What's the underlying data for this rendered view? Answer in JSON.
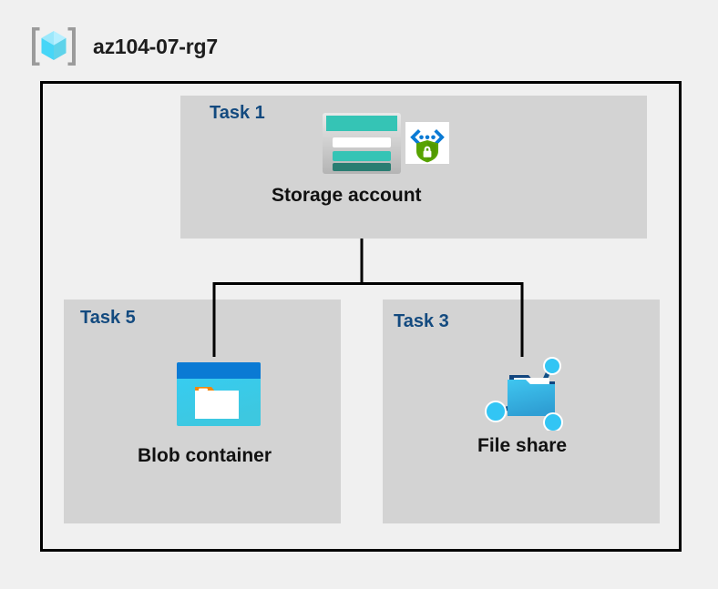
{
  "header": {
    "title": "az104-07-rg7",
    "icon": "resource-group-icon"
  },
  "diagram": {
    "type": "azure-architecture-diagram",
    "container_label": "resource-group-boundary",
    "nodes": [
      {
        "id": "storage-account",
        "task_label": "Task 1",
        "name": "Storage account",
        "icons": [
          "storage-account-icon",
          "secure-endpoint-icon"
        ]
      },
      {
        "id": "blob-container",
        "task_label": "Task 5",
        "name": "Blob container",
        "icons": [
          "blob-container-icon"
        ]
      },
      {
        "id": "file-share",
        "task_label": "Task 3",
        "name": "File share",
        "icons": [
          "file-share-icon"
        ]
      }
    ],
    "edges": [
      {
        "from": "storage-account",
        "to": "blob-container"
      },
      {
        "from": "storage-account",
        "to": "file-share"
      }
    ]
  },
  "colors": {
    "page_background": "#f0f0f0",
    "panel_background": "#d3d3d3",
    "border": "#000000",
    "task_label": "#134a7f",
    "node_label": "#111111",
    "storage_teal": "#35c4b5",
    "storage_teal_dark": "#2a7d72",
    "azure_blue": "#0078d4",
    "cyan": "#32c5f4",
    "shield_green": "#57a300",
    "orange": "#f2870d",
    "cube_cyan": "#9ce8fb",
    "bracket_gray": "#9b9b9b"
  }
}
